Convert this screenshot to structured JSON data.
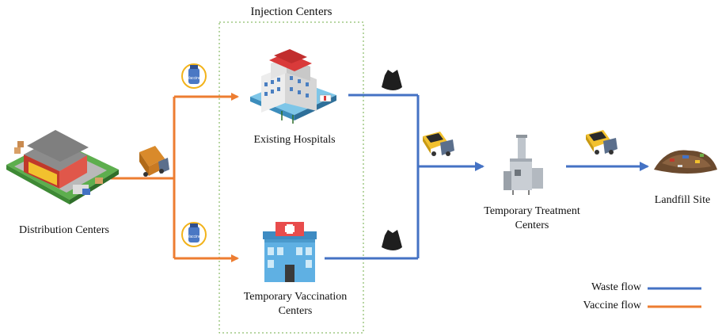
{
  "injection_group": {
    "title": "Injection Centers"
  },
  "nodes": {
    "distribution": {
      "label": "Distribution Centers"
    },
    "hospitals": {
      "label": "Existing Hospitals"
    },
    "vaccination": {
      "line1": "Temporary Vaccination",
      "line2": "Centers"
    },
    "treatment": {
      "line1": "Temporary Treatment",
      "line2": "Centers"
    },
    "landfill": {
      "label": "Landfill Site"
    }
  },
  "badges": {
    "vaccine_text": "Vaccine"
  },
  "legend": [
    {
      "label": "Waste flow",
      "color": "#4472C4"
    },
    {
      "label": "Vaccine flow",
      "color": "#ED7D31"
    }
  ],
  "colors": {
    "waste": "#4472C4",
    "vaccine": "#ED7D31",
    "group_border": "#70AD47"
  },
  "icons": [
    "warehouse-icon",
    "delivery-van-icon",
    "vaccine-bottle-icon",
    "hospital-icon",
    "clinic-icon",
    "garbage-bag-icon",
    "dump-truck-icon",
    "incinerator-icon",
    "landfill-icon"
  ]
}
